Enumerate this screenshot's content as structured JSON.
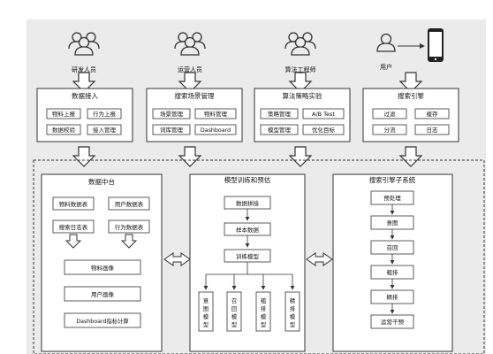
{
  "roles": {
    "dev": "研发人员",
    "ops": "运营人员",
    "algo": "算法工程师",
    "user": "用户"
  },
  "panels": {
    "data_access": {
      "title": "数据接入",
      "items": [
        "物料上报",
        "行为上报",
        "数据校验",
        "接入管理"
      ]
    },
    "search_scene": {
      "title": "搜索场景管理",
      "items": [
        "场景管理",
        "物料管理",
        "词库管理",
        "Dashboard"
      ]
    },
    "algo_strategy": {
      "title": "算法策略实验",
      "items": [
        "策略管理",
        "A/B Test",
        "模型管理",
        "优化目标"
      ]
    },
    "search_engine": {
      "title": "搜索引擎",
      "items": [
        "过滤",
        "缓存",
        "分流",
        "日志"
      ]
    }
  },
  "data_center": {
    "title": "数据中台",
    "tables": [
      "物料数据表",
      "用户数据表",
      "搜索日志表",
      "行为数据表"
    ],
    "portraits": [
      "物料画像",
      "用户画像"
    ],
    "dashboard": "Dashboard指标计算"
  },
  "training": {
    "title": "模型训练和预估",
    "steps": [
      "数据拼接",
      "样本数据",
      "训练模型"
    ],
    "models": [
      "意图模型",
      "召回模型",
      "粗排模型",
      "精排模型"
    ]
  },
  "engine_system": {
    "title": "搜索引擎子系统",
    "steps": [
      "预处理",
      "意图",
      "召回",
      "粗排",
      "精排",
      "运营干预"
    ]
  },
  "colors": {
    "background": "#ebebeb",
    "panel": "#ffffff",
    "stroke": "#333333"
  }
}
